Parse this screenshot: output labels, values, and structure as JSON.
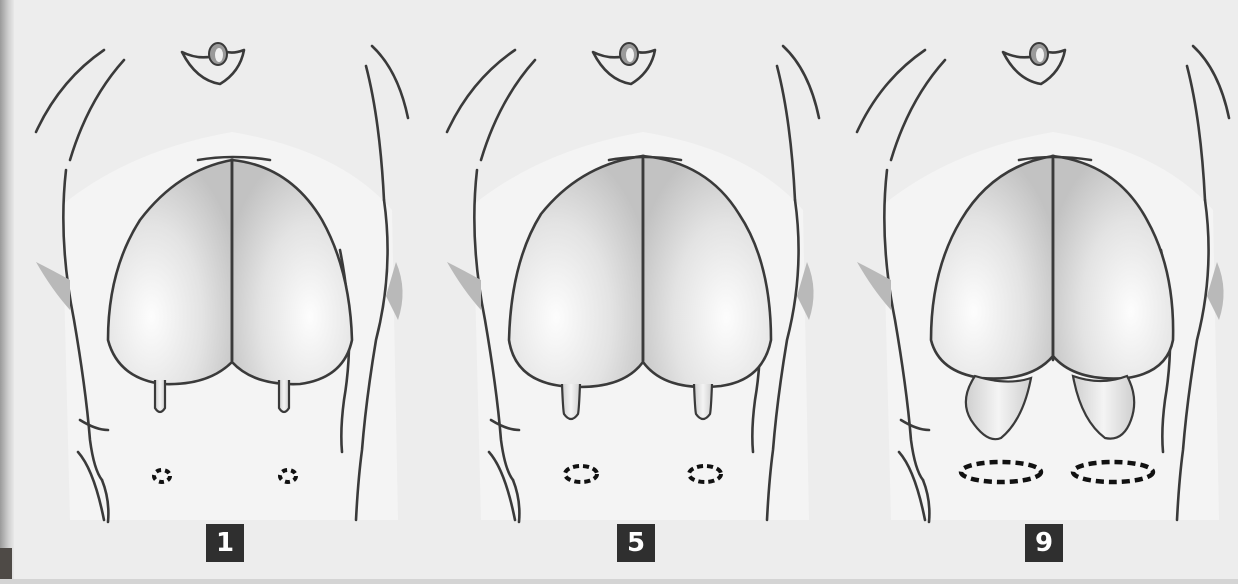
{
  "panels": [
    {
      "label": "1"
    },
    {
      "label": "5"
    },
    {
      "label": "9"
    }
  ],
  "colors": {
    "background": "#ededed",
    "outline": "#3a3a3a",
    "udder_light": "#fafafa",
    "udder_dark": "#c9c9c9",
    "label_bg": "#2f2f2f",
    "label_text": "#ffffff"
  }
}
